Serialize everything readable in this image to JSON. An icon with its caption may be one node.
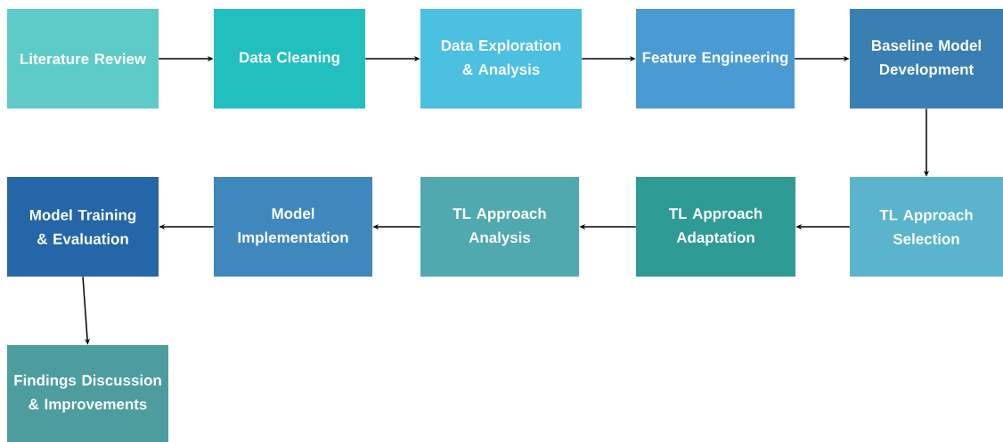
{
  "diagram": {
    "nodes": [
      {
        "text": [
          "Literature Review"
        ]
      },
      {
        "text": [
          "Data Cleaning"
        ]
      },
      {
        "text": [
          "Data Exploration & Analysis"
        ]
      },
      {
        "text": [
          "Feature Engineering"
        ]
      },
      {
        "text": [
          "Baseline Model Development"
        ]
      },
      {
        "text": [
          "TL Approach Selection"
        ]
      },
      {
        "text": [
          "TL Approach Adaptation"
        ]
      },
      {
        "text": [
          "TL Approach Analysis"
        ]
      },
      {
        "text": [
          "Model Implementation"
        ]
      },
      {
        "text": [
          "Model Training & Evaluation"
        ]
      },
      {
        "text": [
          "Findings Discussion & Improvements"
        ]
      }
    ],
    "edges": [
      {
        "from": 0,
        "to": 1,
        "arrow": "to"
      },
      {
        "from": 1,
        "to": 2,
        "arrow": "to"
      },
      {
        "from": 2,
        "to": 3,
        "arrow": "to"
      },
      {
        "from": 3,
        "to": 4,
        "arrow": "to"
      },
      {
        "from": 4,
        "to": 5,
        "arrow": "to"
      },
      {
        "from": 5,
        "to": 6,
        "arrow": "to"
      },
      {
        "from": 6,
        "to": 7,
        "arrow": "to"
      },
      {
        "from": 7,
        "to": 8,
        "arrow": "to"
      },
      {
        "from": 8,
        "to": 9,
        "arrow": "to"
      },
      {
        "from": 9,
        "to": 10,
        "arrow": "to"
      }
    ]
  }
}
